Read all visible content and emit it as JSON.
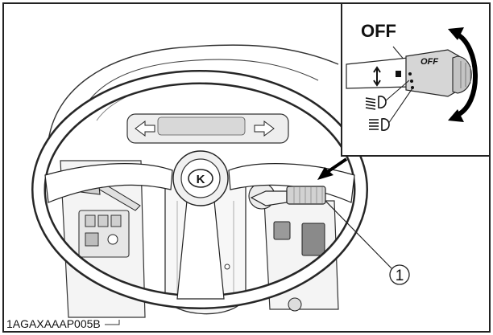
{
  "figure": {
    "code": "1AGAXAAAP005B",
    "callout": "1",
    "inset": {
      "off_label": "OFF",
      "switch_text": "OFF",
      "modes": [
        "low-beam-icon",
        "high-beam-icon"
      ]
    },
    "brand_emblem": "K"
  }
}
